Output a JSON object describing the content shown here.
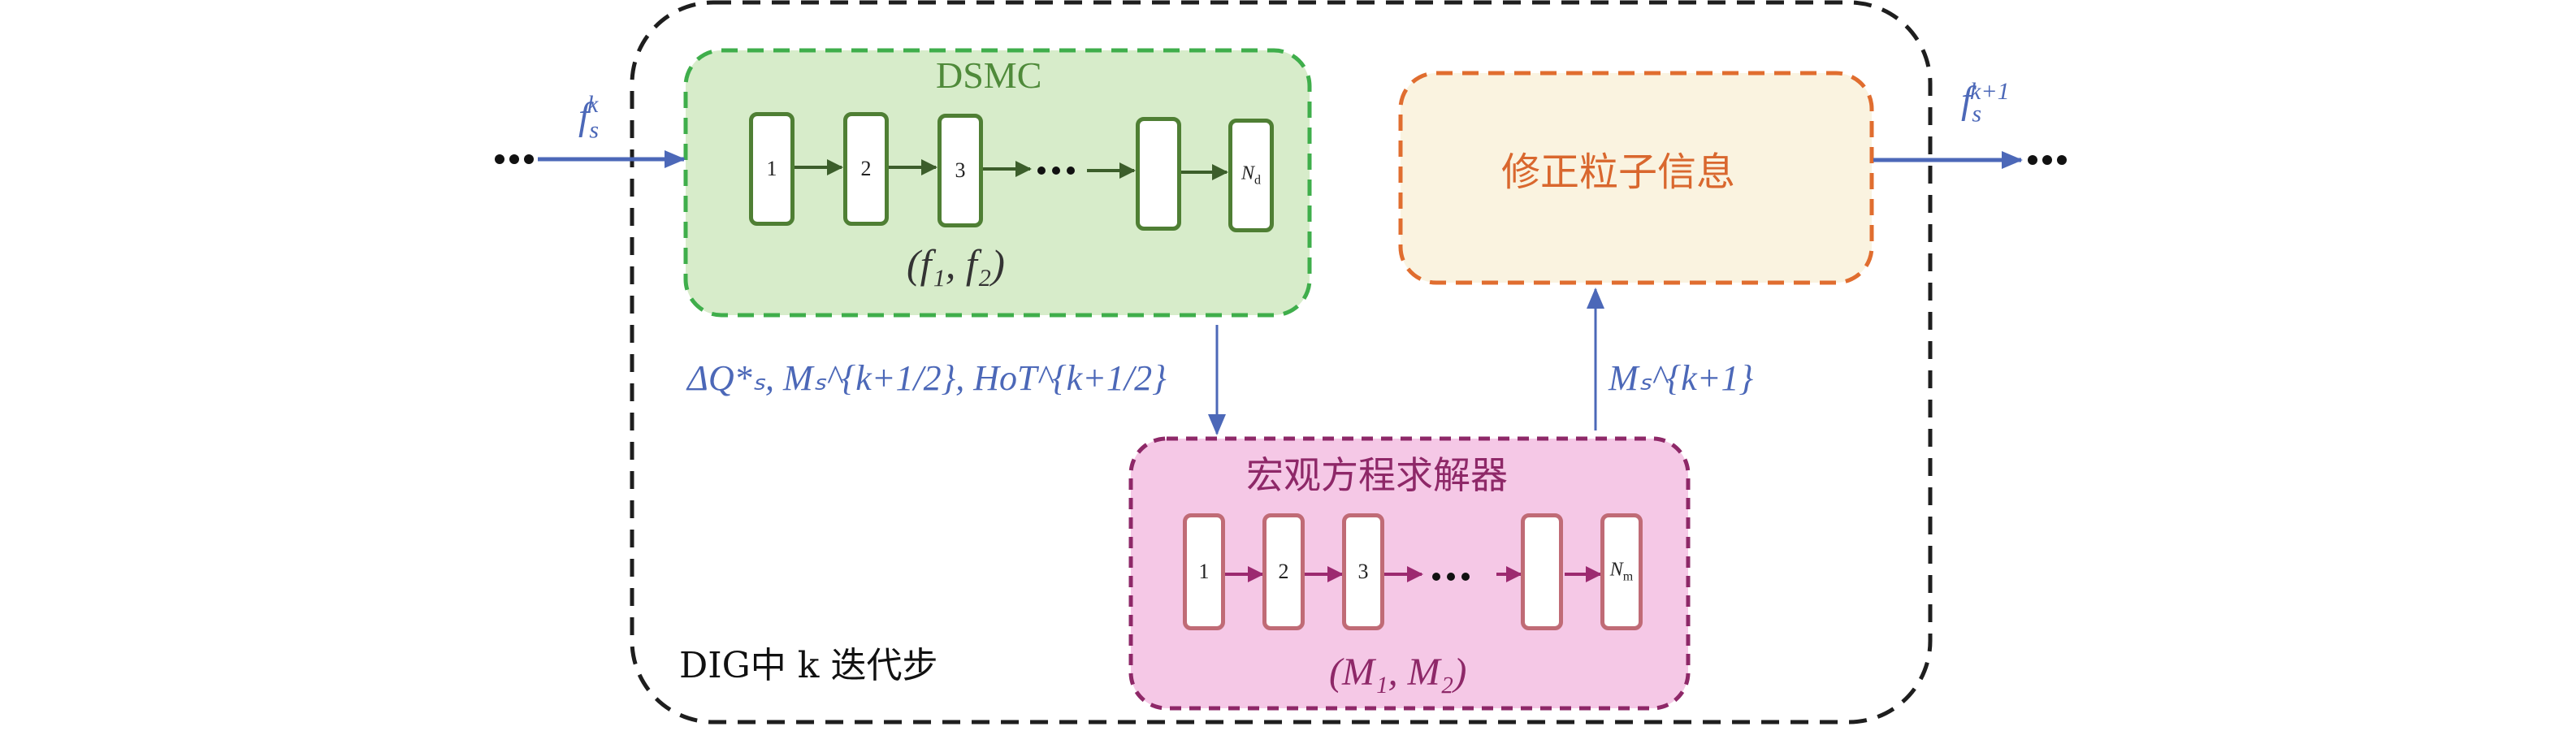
{
  "diagram": {
    "outer_box_label": "DIG中 k 迭代步",
    "input_label": "f_s^k",
    "output_label": "f_s^{k+1}",
    "ellipsis": "···",
    "dsmc": {
      "title": "DSMC",
      "cells": [
        "1",
        "2",
        "3",
        "",
        "N_d"
      ],
      "cells_display": [
        "1",
        "2",
        "3",
        "",
        "N"
      ],
      "last_cell_sub": "d",
      "subtitle": "(f₁, f₂)",
      "fill_color": "#d7ecca",
      "border_color": "#3fae4b"
    },
    "correction": {
      "title": "修正粒子信息",
      "fill_color": "#faf3e0",
      "border_color": "#e06d2f"
    },
    "macro_solver": {
      "title": "宏观方程求解器",
      "cells_display": [
        "1",
        "2",
        "3",
        "",
        "N"
      ],
      "last_cell_sub": "m",
      "subtitle": "(M₁, M₂)",
      "fill_color": "#f5c8e6",
      "border_color": "#8e2868"
    },
    "down_arrow_label": "ΔQ*ₛ, Mₛ^{k+1/2}, HoT^{k+1/2}",
    "up_arrow_label": "Mₛ^{k+1}",
    "arrow_color": "#4c68b8"
  }
}
